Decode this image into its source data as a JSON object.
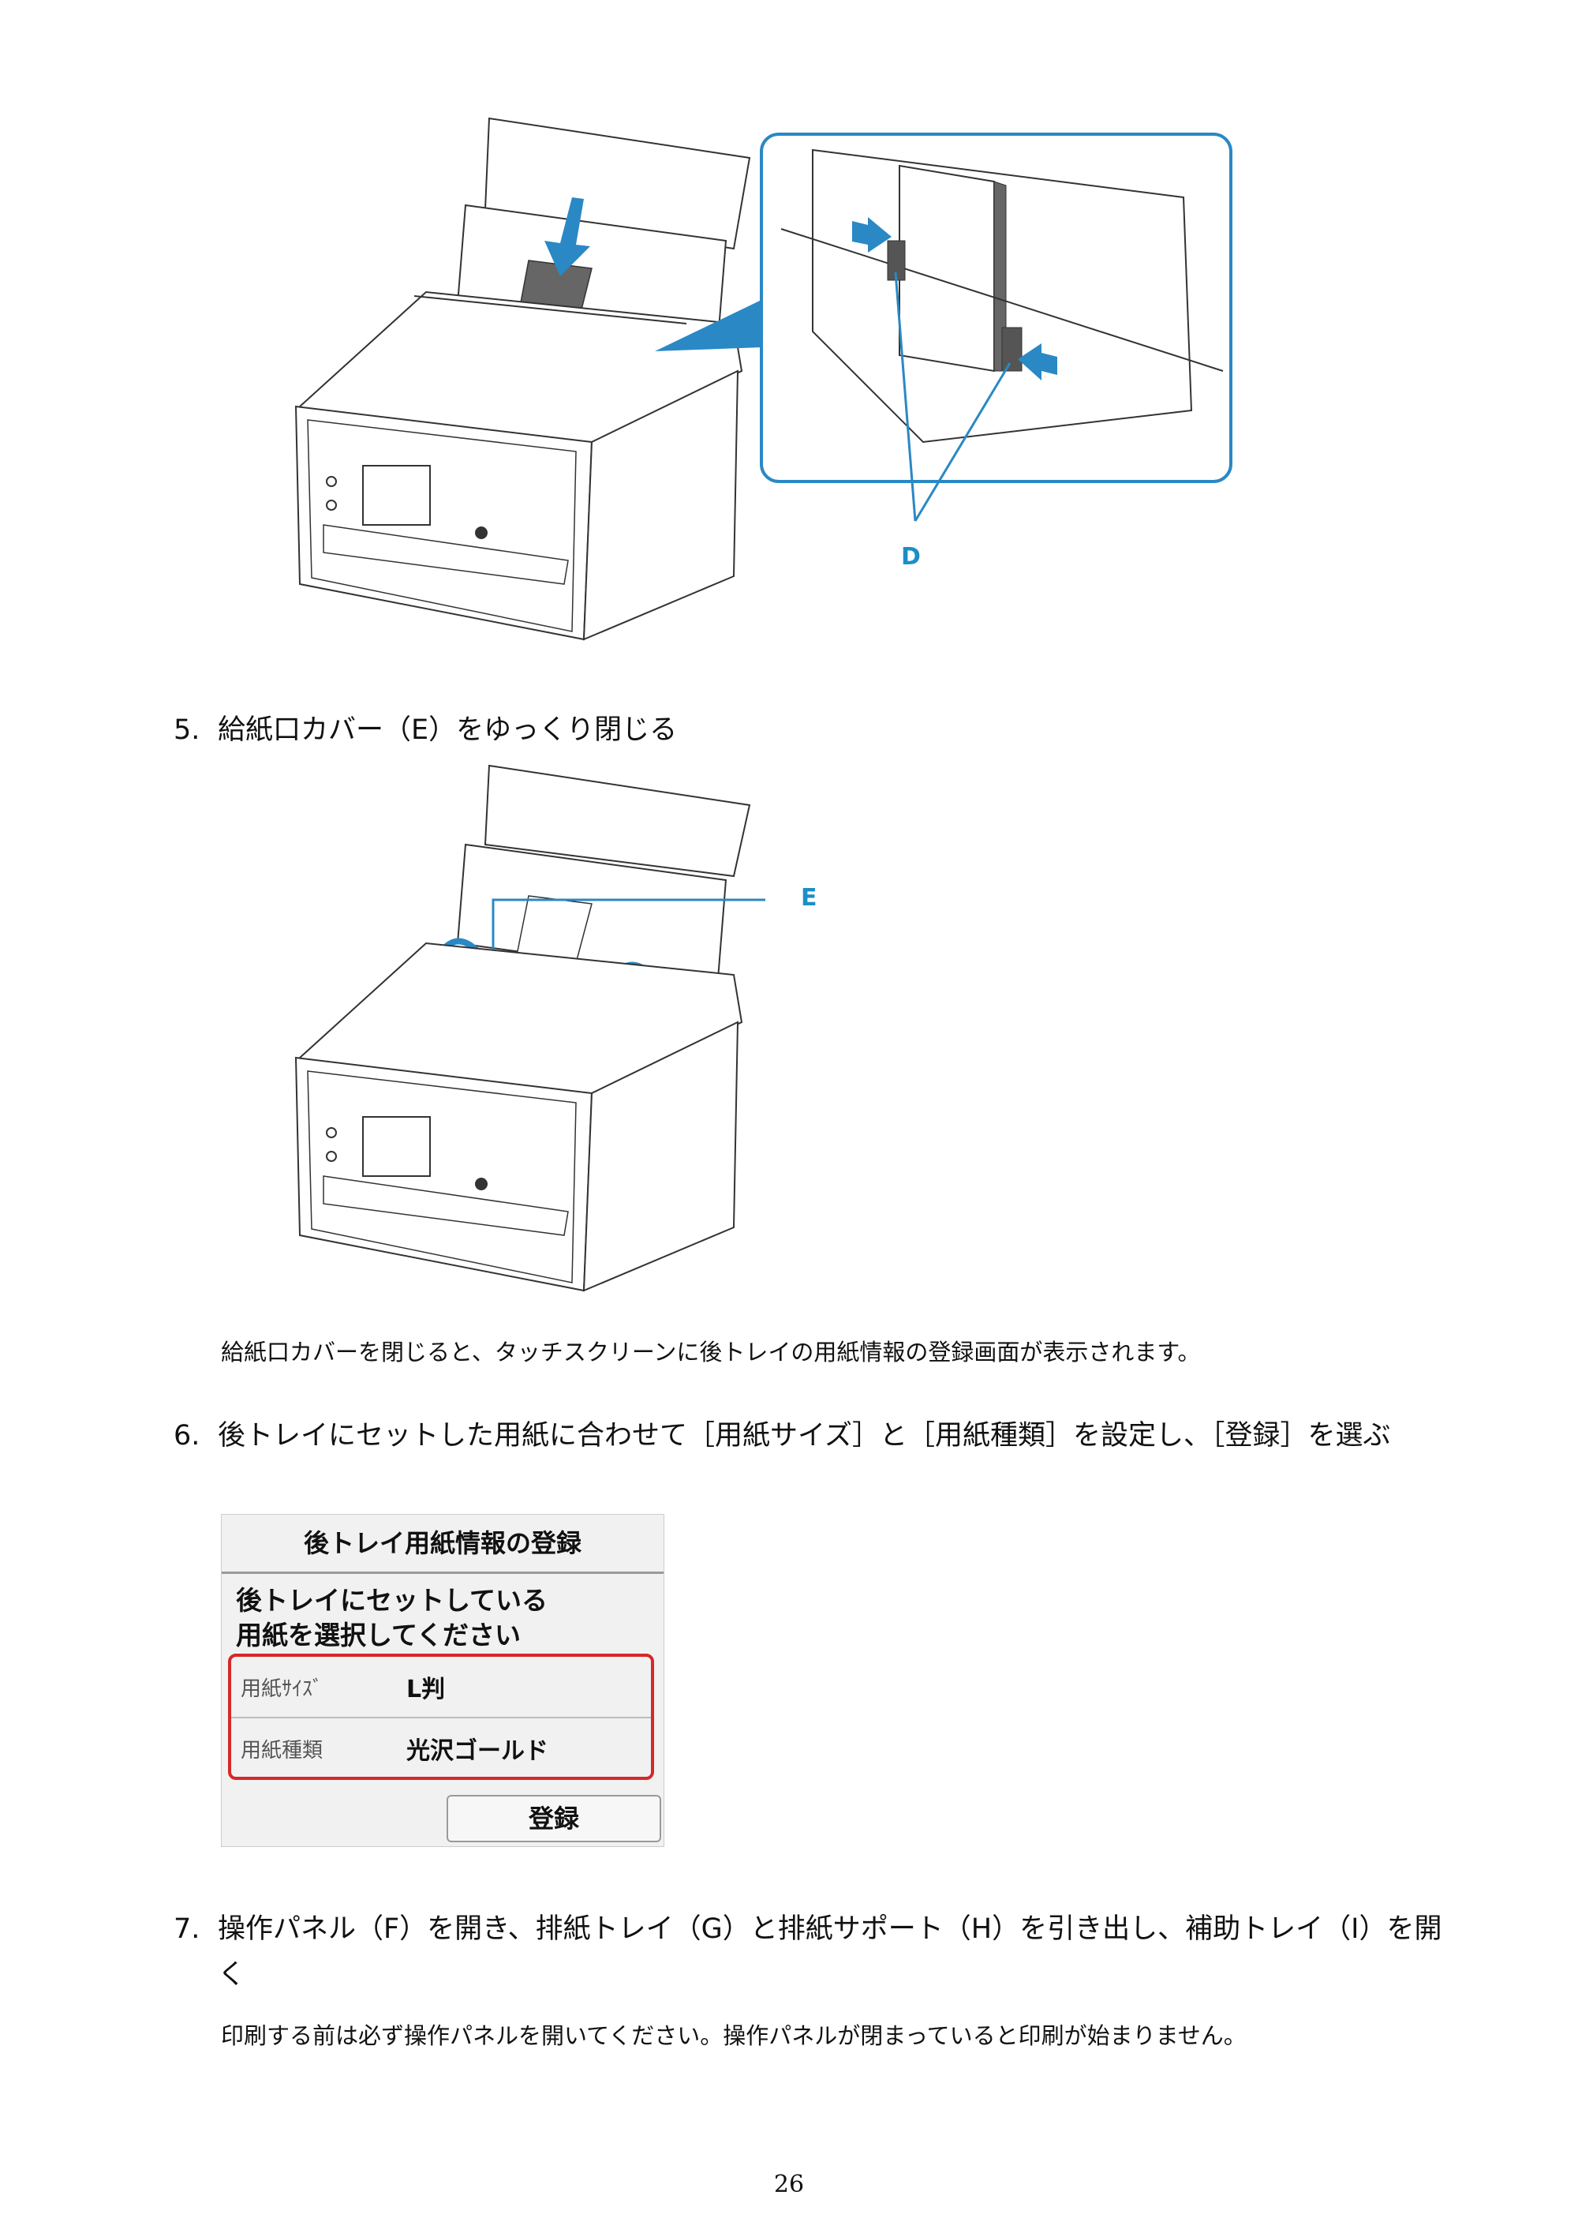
{
  "figure1": {
    "callout_label": "D"
  },
  "step5": {
    "number": "5.",
    "text": "給紙口カバー（E）をゆっくり閉じる"
  },
  "figure2": {
    "callout_label": "E"
  },
  "step5_note": "給紙口カバーを閉じると、タッチスクリーンに後トレイの用紙情報の登録画面が表示されます。",
  "step6": {
    "number": "6.",
    "text": "後トレイにセットした用紙に合わせて［用紙サイズ］と［用紙種類］を設定し、［登録］を選ぶ"
  },
  "screen": {
    "title": "後トレイ用紙情報の登録",
    "message_line1": "後トレイにセットしている",
    "message_line2": "用紙を選択してください",
    "size_label": "用紙ｻｲｽﾞ",
    "size_value": "L判",
    "type_label": "用紙種類",
    "type_value": "光沢ゴールド",
    "register_button": "登録",
    "highlight_color": "#d62828"
  },
  "step7": {
    "number": "7.",
    "text": "操作パネル（F）を開き、排紙トレイ（G）と排紙サポート（H）を引き出し、補助トレイ（I）を開く"
  },
  "step7_note": "印刷する前は必ず操作パネルを開いてください。操作パネルが閉まっていると印刷が始まりません。",
  "page_number": "26",
  "colors": {
    "callout_blue": "#1a8fc7"
  }
}
